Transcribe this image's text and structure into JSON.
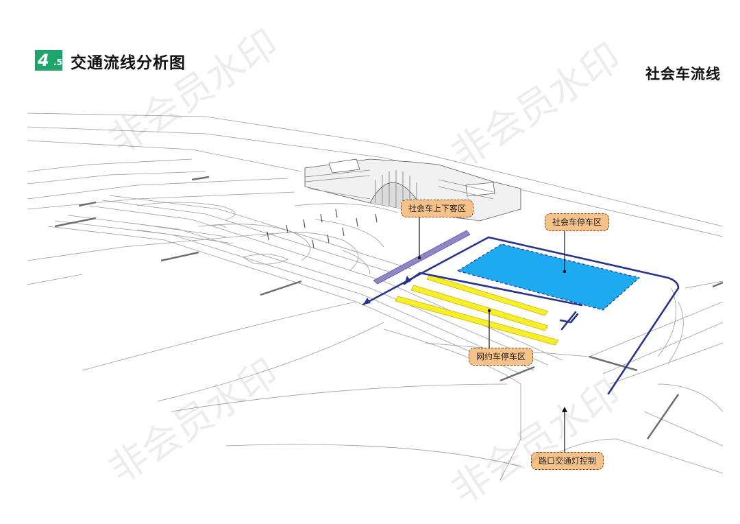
{
  "header": {
    "badge_main": "4",
    "badge_sub": ".5",
    "title": "交通流线分析图"
  },
  "section_title": "社会车流线",
  "labels": {
    "dropoff": "社会车上下客区",
    "social_parking": "社会车停车区",
    "ride_hailing_parking": "网约车停车区",
    "traffic_light": "路口交通灯控制"
  },
  "watermark": "非会员水印",
  "colors": {
    "accent_green": "#1fa46a",
    "route_blue": "#28338a",
    "parking_blue": "#1eaaf1",
    "ride_hailing_yellow": "#f7ef2a",
    "dropoff_purple": "#8e86c8",
    "label_fill": "#f6c28a"
  }
}
